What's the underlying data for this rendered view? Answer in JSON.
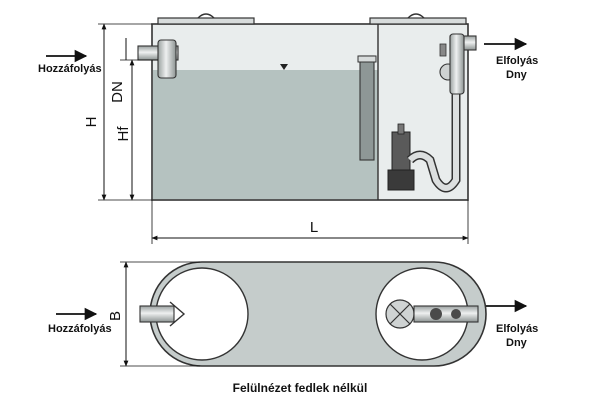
{
  "side_view": {
    "inflow_label": "Hozzáfolyás",
    "outflow_label": "Elfolyás",
    "outflow_sub": "Dny",
    "dim_H": "H",
    "dim_DN": "DN",
    "dim_Hf": "Hf",
    "dim_L": "L"
  },
  "top_view": {
    "inflow_label": "Hozzáfolyás",
    "outflow_label": "Elfolyás",
    "outflow_sub": "Dny",
    "dim_B": "B"
  },
  "caption": "Felülnézet fedlek nélkül",
  "colors": {
    "outline": "#333333",
    "tank_fill": "#e9eded",
    "water": "#b5c2c0",
    "pipe": "#d8dcdc",
    "pump_dark": "#4a4a4a",
    "top_ring": "#c5cccb"
  }
}
